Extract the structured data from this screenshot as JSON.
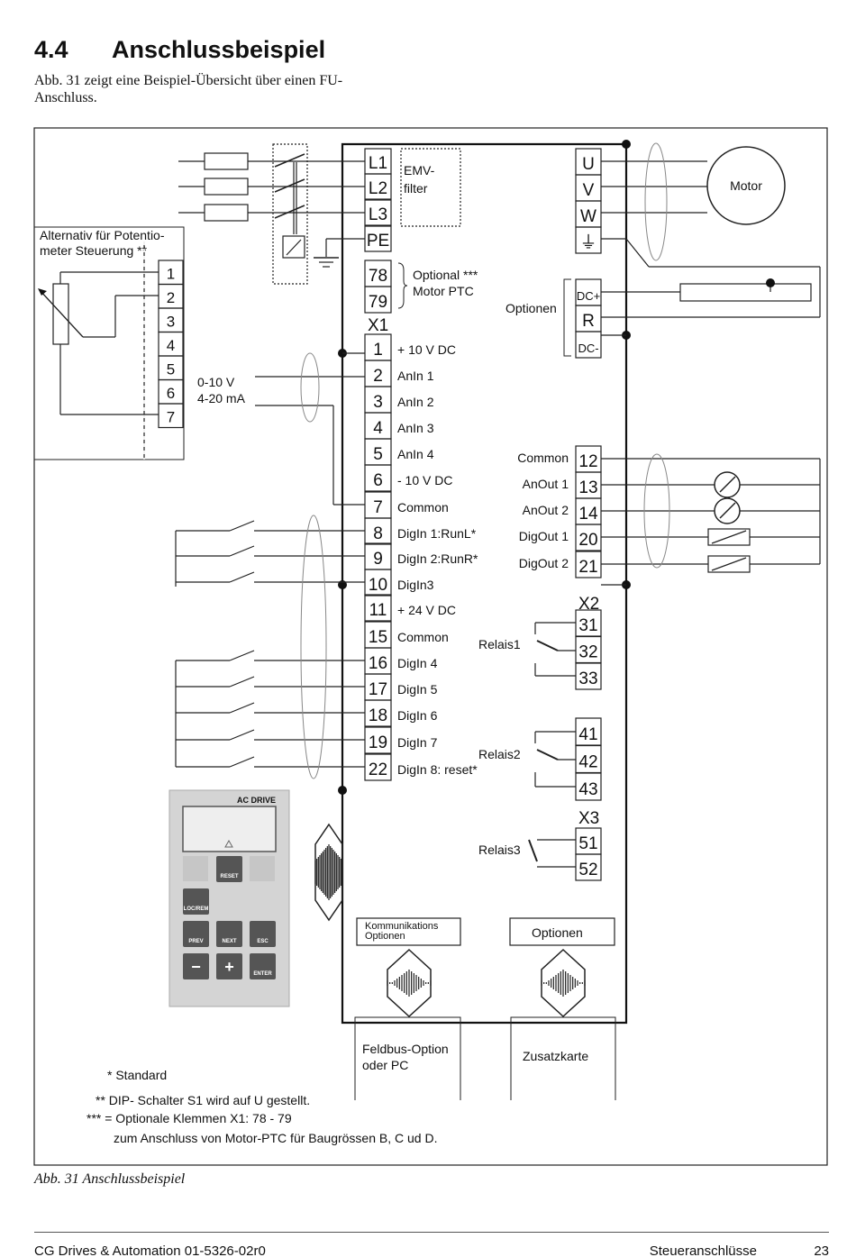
{
  "header": {
    "number": "4.4",
    "title": "Anschlussbeispiel"
  },
  "intro": "Abb. 31 zeigt eine Beispiel-Übersicht über einen FU-Anschluss.",
  "caption": "Abb. 31  Anschlussbeispiel",
  "footer": {
    "left": "CG Drives & Automation 01-5326-02r0",
    "section": "Steueranschlüsse",
    "page": "23"
  },
  "diagram": {
    "power_terminals": [
      "L1",
      "L2",
      "L3",
      "PE"
    ],
    "emv_filter": "EMV-\nfilter",
    "ptc_terminals": [
      "78",
      "79"
    ],
    "ptc_label_1": "Optional ***",
    "ptc_label_2": "Motor PTC",
    "x1_label": "X1",
    "x1": [
      {
        "t": "1",
        "l": "+ 10 V DC"
      },
      {
        "t": "2",
        "l": "AnIn 1"
      },
      {
        "t": "3",
        "l": "AnIn 2"
      },
      {
        "t": "4",
        "l": "AnIn 3"
      },
      {
        "t": "5",
        "l": "AnIn 4"
      },
      {
        "t": "6",
        "l": "- 10 V DC"
      },
      {
        "t": "7",
        "l": "Common"
      },
      {
        "t": "8",
        "l": "DigIn 1:RunL*"
      },
      {
        "t": "9",
        "l": "DigIn 2:RunR*"
      },
      {
        "t": "10",
        "l": "DigIn3"
      },
      {
        "t": "11",
        "l": "+ 24 V DC"
      },
      {
        "t": "15",
        "l": "Common"
      },
      {
        "t": "16",
        "l": "DigIn 4"
      },
      {
        "t": "17",
        "l": "DigIn 5"
      },
      {
        "t": "18",
        "l": "DigIn 6"
      },
      {
        "t": "19",
        "l": "DigIn 7"
      },
      {
        "t": "22",
        "l": "DigIn 8: reset*"
      }
    ],
    "motor_terminals": [
      "U",
      "V",
      "W",
      "⏚"
    ],
    "motor_label": "Motor",
    "dc_terminals": [
      "DC+",
      "R",
      "DC-"
    ],
    "optionen_label": "Optionen",
    "out_terminals": [
      {
        "t": "12",
        "l": "Common"
      },
      {
        "t": "13",
        "l": "AnOut 1"
      },
      {
        "t": "14",
        "l": "AnOut 2"
      },
      {
        "t": "20",
        "l": "DigOut 1"
      },
      {
        "t": "21",
        "l": "DigOut 2"
      }
    ],
    "x2_label": "X2",
    "relais1": {
      "label": "Relais1",
      "terminals": [
        "31",
        "32",
        "33"
      ]
    },
    "relais2": {
      "label": "Relais2",
      "terminals": [
        "41",
        "42",
        "43"
      ]
    },
    "x3_label": "X3",
    "relais3": {
      "label": "Relais3",
      "terminals": [
        "51",
        "52"
      ]
    },
    "pot_box_label_1": "Alternativ für Potentio-",
    "pot_box_label_2": "meter Steuerung **",
    "pot_terminals": [
      "1",
      "2",
      "3",
      "4",
      "5",
      "6",
      "7"
    ],
    "analog_label_1": "0-10 V",
    "analog_label_2": "4-20 mA",
    "comm_box_1": "Kommunikations",
    "comm_box_2": "Optionen",
    "opt_box": "Optionen",
    "fieldbus_1": "Feldbus-Option",
    "fieldbus_2": "oder PC",
    "zusatz": "Zusatzkarte",
    "notes": [
      "* Standard",
      "** DIP- Schalter S1 wird auf U gestellt.",
      "*** = Optionale Klemmen X1: 78 - 79",
      "zum Anschluss von Motor-PTC für Baugrössen B, C ud D."
    ],
    "keypad": {
      "title": "AC DRIVE",
      "keys": [
        "RESET",
        "LOC/\nREM",
        "PREV",
        "NEXT",
        "ESC",
        "−",
        "+",
        "ENTER"
      ],
      "key_color": "#555555",
      "panel_color": "#d4d4d4"
    }
  }
}
